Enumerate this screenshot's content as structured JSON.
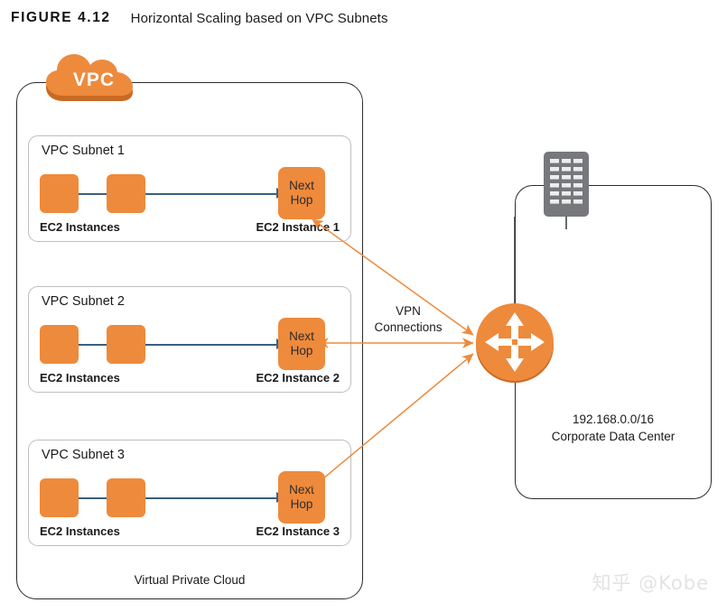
{
  "figure": {
    "label": "FIGURE 4.12",
    "title": "Horizontal Scaling based on VPC Subnets"
  },
  "vpc": {
    "badge_label": "VPC",
    "container_label": "Virtual Private Cloud",
    "subnets": [
      {
        "title": "VPC Subnet 1",
        "instances_caption": "EC2 Instances",
        "next_hop_line1": "Next",
        "next_hop_line2": "Hop",
        "next_hop_caption": "EC2 Instance 1"
      },
      {
        "title": "VPC Subnet 2",
        "instances_caption": "EC2 Instances",
        "next_hop_line1": "Next",
        "next_hop_line2": "Hop",
        "next_hop_caption": "EC2 Instance 2"
      },
      {
        "title": "VPC Subnet 3",
        "instances_caption": "EC2 Instances",
        "next_hop_line1": "Next",
        "next_hop_line2": "Hop",
        "next_hop_caption": "EC2 Instance 3"
      }
    ]
  },
  "vpn": {
    "label_line1": "VPN",
    "label_line2": "Connections"
  },
  "datacenter": {
    "cidr": "192.168.0.0/16",
    "name": "Corporate Data Center"
  },
  "watermark": {
    "text": "知乎 @Kobe"
  },
  "colors": {
    "orange": "#ee8a3c",
    "orange_dark": "#d9762a",
    "blue": "#2f6596",
    "gray_rack": "#77787b",
    "border_dark": "#2b2b2b",
    "border_light": "#bfbfbf"
  }
}
